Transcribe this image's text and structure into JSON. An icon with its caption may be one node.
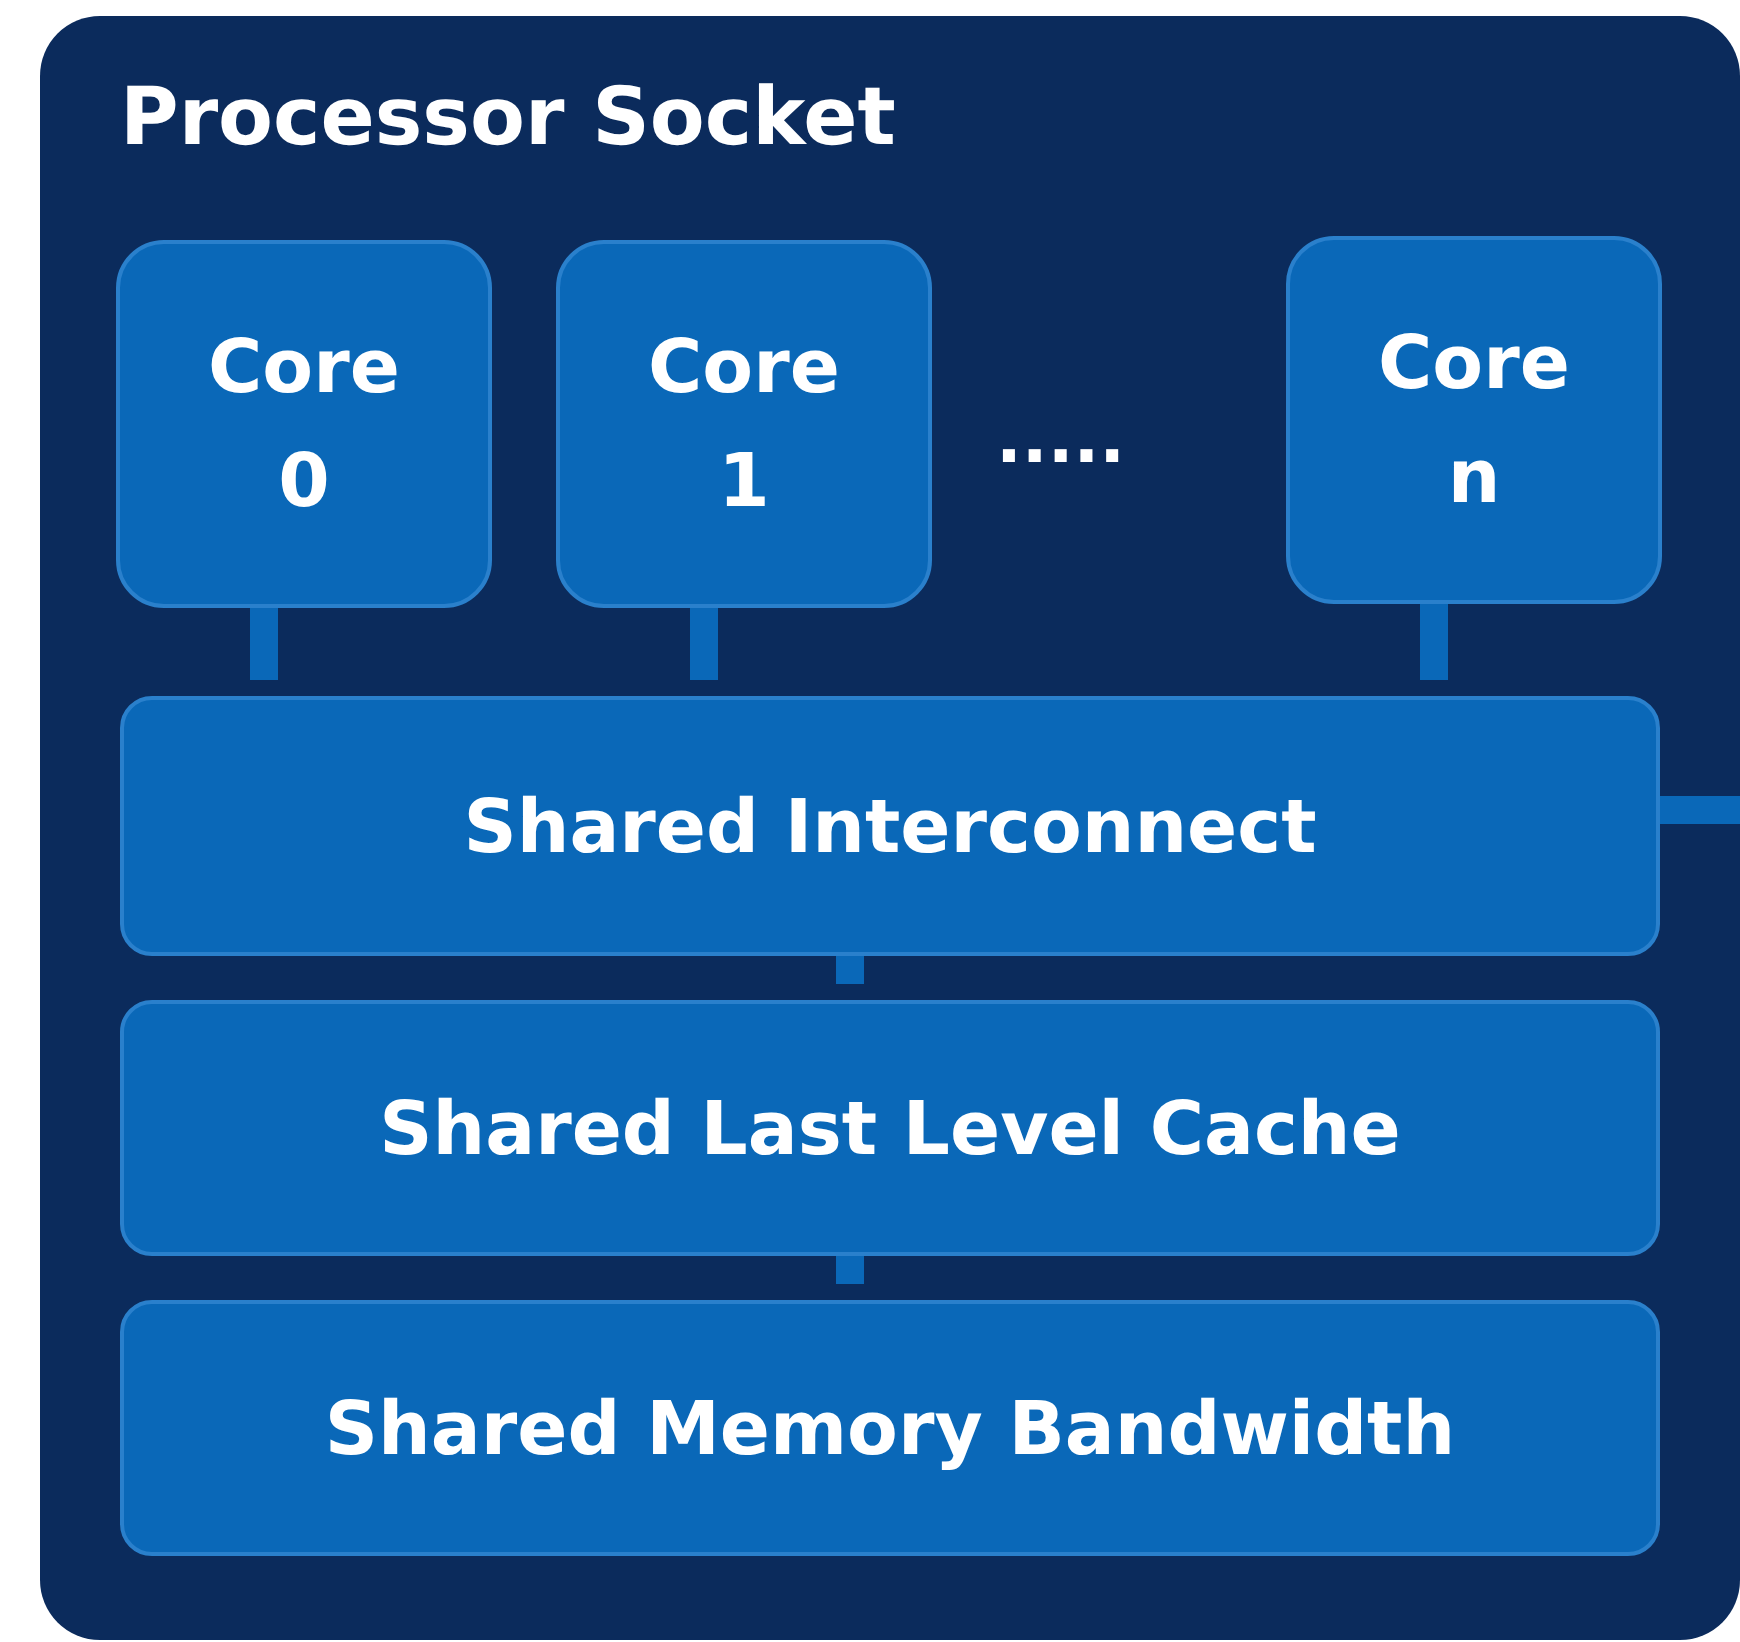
{
  "diagram": {
    "nodes": [
      {
        "text": [
          "Processor Socket"
        ]
      },
      {
        "text": [
          "Core 0"
        ],
        "in": 0
      },
      {
        "text": [
          "Core 1"
        ],
        "in": 0
      },
      {
        "text": [
          "Core n"
        ],
        "in": 0
      },
      {
        "text": [
          "Shared Interconnect"
        ],
        "in": 0
      },
      {
        "text": [
          "Shared Last Level Cache"
        ],
        "in": 0
      },
      {
        "text": [
          "Shared Memory Bandwidth"
        ],
        "in": 0
      }
    ],
    "edges": [
      {
        "from": 1,
        "to": 4,
        "arrow": "none"
      },
      {
        "from": 2,
        "to": 4,
        "arrow": "none"
      },
      {
        "from": 3,
        "to": 4,
        "arrow": "none"
      },
      {
        "from": 4,
        "to": 5,
        "arrow": "none"
      },
      {
        "from": 5,
        "to": 6,
        "arrow": "none"
      },
      {
        "from": 4,
        "to": null,
        "arrow": "none"
      }
    ],
    "labels": [
      "....."
    ]
  }
}
